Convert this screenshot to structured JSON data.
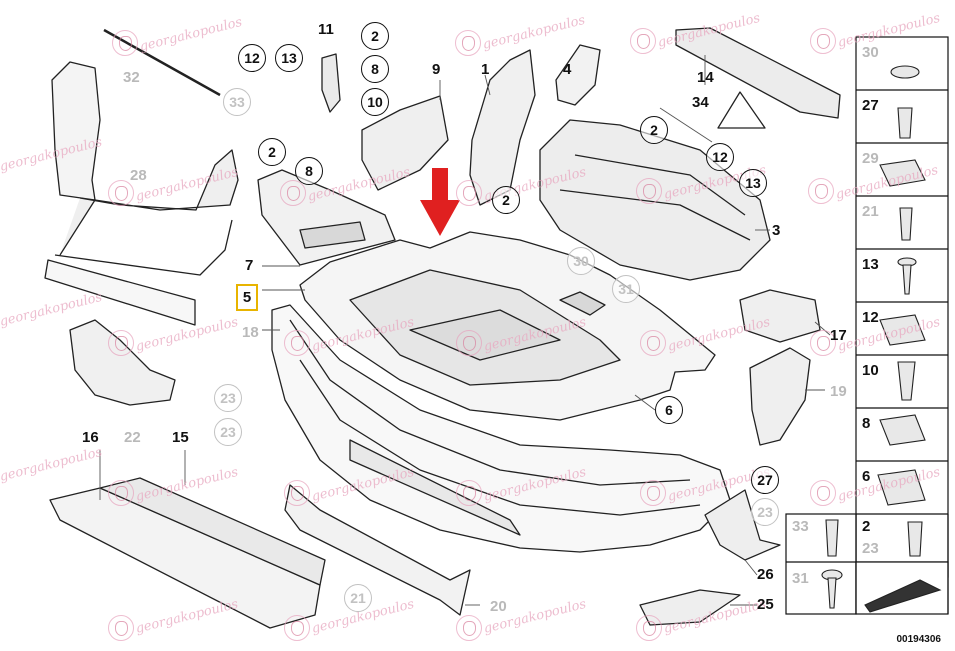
{
  "diagram": {
    "catalog_number": "00194306",
    "highlighted_label": "5",
    "watermark_text": "georgakopoulos",
    "arrow_color": "#e02020",
    "highlight_color": "#e8b400"
  },
  "callouts_plain": [
    {
      "id": "lbl-11",
      "text": "11"
    },
    {
      "id": "lbl-9",
      "text": "9"
    },
    {
      "id": "lbl-1",
      "text": "1"
    },
    {
      "id": "lbl-4",
      "text": "4"
    },
    {
      "id": "lbl-14",
      "text": "14"
    },
    {
      "id": "lbl-34",
      "text": "34"
    },
    {
      "id": "lbl-3",
      "text": "3"
    },
    {
      "id": "lbl-7",
      "text": "7"
    },
    {
      "id": "lbl-17",
      "text": "17"
    },
    {
      "id": "lbl-16",
      "text": "16"
    },
    {
      "id": "lbl-15",
      "text": "15"
    },
    {
      "id": "lbl-26",
      "text": "26"
    },
    {
      "id": "lbl-25",
      "text": "25"
    }
  ],
  "callouts_grey": [
    {
      "id": "lbl-32",
      "text": "32"
    },
    {
      "id": "lbl-28",
      "text": "28"
    },
    {
      "id": "lbl-18",
      "text": "18"
    },
    {
      "id": "lbl-22",
      "text": "22"
    },
    {
      "id": "lbl-19",
      "text": "19"
    },
    {
      "id": "lbl-20",
      "text": "20"
    }
  ],
  "callouts_circled": [
    {
      "id": "c-12a",
      "text": "12"
    },
    {
      "id": "c-13a",
      "text": "13"
    },
    {
      "id": "c-2a",
      "text": "2"
    },
    {
      "id": "c-8a",
      "text": "8"
    },
    {
      "id": "c-10a",
      "text": "10"
    },
    {
      "id": "c-2b",
      "text": "2"
    },
    {
      "id": "c-8b",
      "text": "8"
    },
    {
      "id": "c-2c",
      "text": "2"
    },
    {
      "id": "c-2d",
      "text": "2"
    },
    {
      "id": "c-12b",
      "text": "12"
    },
    {
      "id": "c-13b",
      "text": "13"
    },
    {
      "id": "c-6",
      "text": "6"
    },
    {
      "id": "c-27",
      "text": "27"
    }
  ],
  "callouts_circled_grey": [
    {
      "id": "g-33",
      "text": "33"
    },
    {
      "id": "g-30",
      "text": "30"
    },
    {
      "id": "g-31",
      "text": "31"
    },
    {
      "id": "g-23a",
      "text": "23"
    },
    {
      "id": "g-23b",
      "text": "23"
    },
    {
      "id": "g-23c",
      "text": "23"
    },
    {
      "id": "g-21",
      "text": "21"
    }
  ],
  "parts_sidebar": [
    {
      "num": "30",
      "grey": true
    },
    {
      "num": "27",
      "grey": false
    },
    {
      "num": "29",
      "grey": true
    },
    {
      "num": "21",
      "grey": true
    },
    {
      "num": "13",
      "grey": false
    },
    {
      "num": "12",
      "grey": false
    },
    {
      "num": "10",
      "grey": false
    },
    {
      "num": "8",
      "grey": false
    },
    {
      "num": "6",
      "grey": false
    }
  ],
  "parts_bottom": [
    {
      "num": "33",
      "grey": true
    },
    {
      "num": "31",
      "grey": true
    },
    {
      "num": "2",
      "grey": false
    },
    {
      "num": "23",
      "grey": true
    }
  ]
}
